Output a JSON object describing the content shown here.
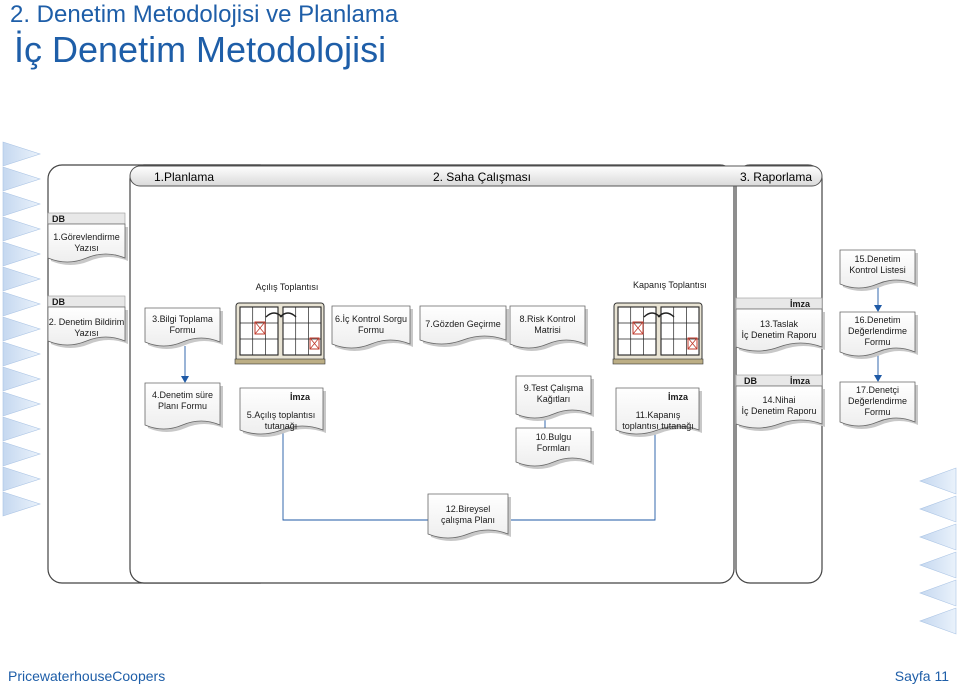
{
  "header": {
    "title": "2. Denetim Metodolojisi ve Planlama",
    "subtitle": "İç Denetim Metodolojisi"
  },
  "phases": [
    "1.Planlama",
    "2. Saha Çalışması",
    "3. Raporlama"
  ],
  "meetings": {
    "opening": "Açılış Toplantısı",
    "closing": "Kapanış Toplantısı"
  },
  "tags": {
    "db": "DB",
    "signature": "İmza"
  },
  "documents": {
    "d1": [
      "1.Görevlendirme",
      "Yazısı"
    ],
    "d2": [
      "2. Denetim Bildirim",
      "Yazısı"
    ],
    "d3": [
      "3.Bilgi Toplama",
      "Formu"
    ],
    "d4": [
      "4.Denetim süre",
      "Planı Formu"
    ],
    "d5": [
      "5.Açılış toplantısı",
      "tutanağı"
    ],
    "d6": [
      "6.İç Kontrol Sorgu",
      "Formu"
    ],
    "d7": [
      "7.Gözden Geçirme"
    ],
    "d8": [
      "8.Risk Kontrol",
      "Matrisi"
    ],
    "d9": [
      "9.Test Çalışma",
      "Kağıtları"
    ],
    "d10": [
      "10.Bulgu",
      "Formları"
    ],
    "d11": [
      "11.Kapanış",
      "toplantısı tutanağı"
    ],
    "d12": [
      "12.Bireysel",
      "çalışma Planı"
    ],
    "d13": [
      "13.Taslak",
      "İç Denetim Raporu"
    ],
    "d14": [
      "14.Nihai",
      "İç Denetim Raporu"
    ],
    "d15": [
      "15.Denetim",
      "Kontrol Listesi"
    ],
    "d16": [
      "16.Denetim",
      "Değerlendirme",
      "Formu"
    ],
    "d17": [
      "17.Denetçi",
      "Değerlendirme",
      "Formu"
    ]
  },
  "footer": {
    "company": "PricewaterhouseCoopers",
    "page": "Sayfa 11"
  }
}
